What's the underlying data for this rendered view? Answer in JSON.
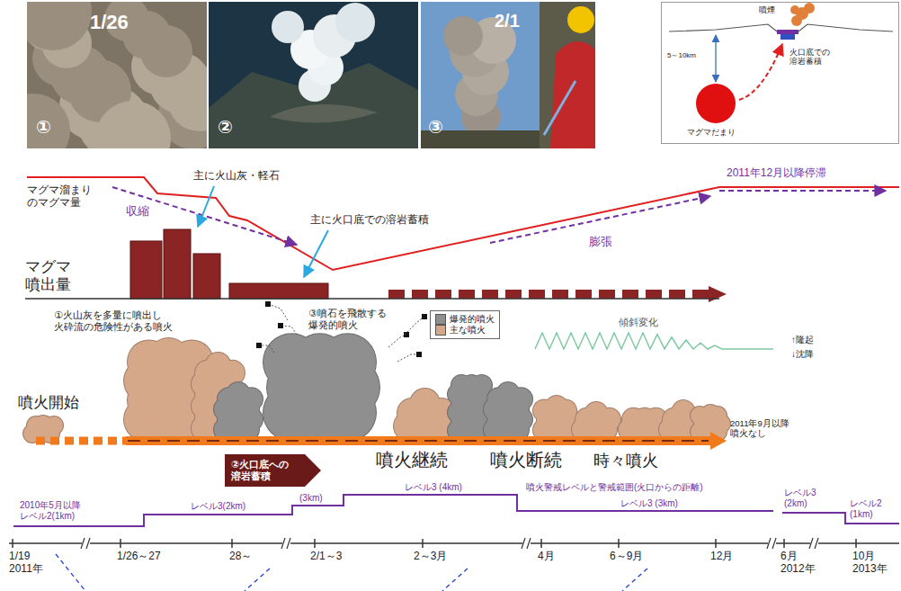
{
  "diagram": {
    "nodes": [
      {
        "text": [
          "1/26",
          "①"
        ]
      },
      {
        "text": [
          "②"
        ]
      },
      {
        "text": [
          "2/1",
          "③"
        ]
      },
      {
        "text": [
          "噴煙",
          "5～10km",
          "火口底での 溶岩蓄積",
          "マグマだまり"
        ]
      },
      {
        "text": [
          "②火口底への 溶岩蓄積"
        ]
      }
    ],
    "labels": [
      "マグマ溜まり のマグマ量",
      "収縮",
      "主に火山灰・軽石",
      "主に火口底での溶岩蓄積",
      "2011年12月以降停滞",
      "膨張",
      "マグマ 噴出量",
      "①火山灰を多量に噴出し 火砕流の危険性がある噴火",
      "③噴石を飛散する 爆発的噴火",
      "傾斜変化",
      "↑隆起",
      "↓沈降",
      "噴火開始",
      "噴火継続",
      "噴火断続",
      "時々噴火",
      "2011年9月以降 噴火なし",
      "2010年5月以降 レベル2(1km)",
      "レベル3(2km)",
      "(3km)",
      "レベル3 (4km)",
      "噴火警戒レベルと警戒範囲(火口からの距離)",
      "レベル3 (3km)",
      "レベル3 (2km)",
      "レベル2 (1km)",
      "1/19 2011年",
      "1/26～27",
      "28～",
      "2/1～3",
      "2～3月",
      "4月",
      "6～9月",
      "12月",
      "6月 2012年",
      "10月 2013年"
    ],
    "legend": [
      {
        "text": "爆発的噴火",
        "color": "#8f8f8f"
      },
      {
        "text": "主な噴火",
        "color": "#d6a88a"
      }
    ]
  }
}
